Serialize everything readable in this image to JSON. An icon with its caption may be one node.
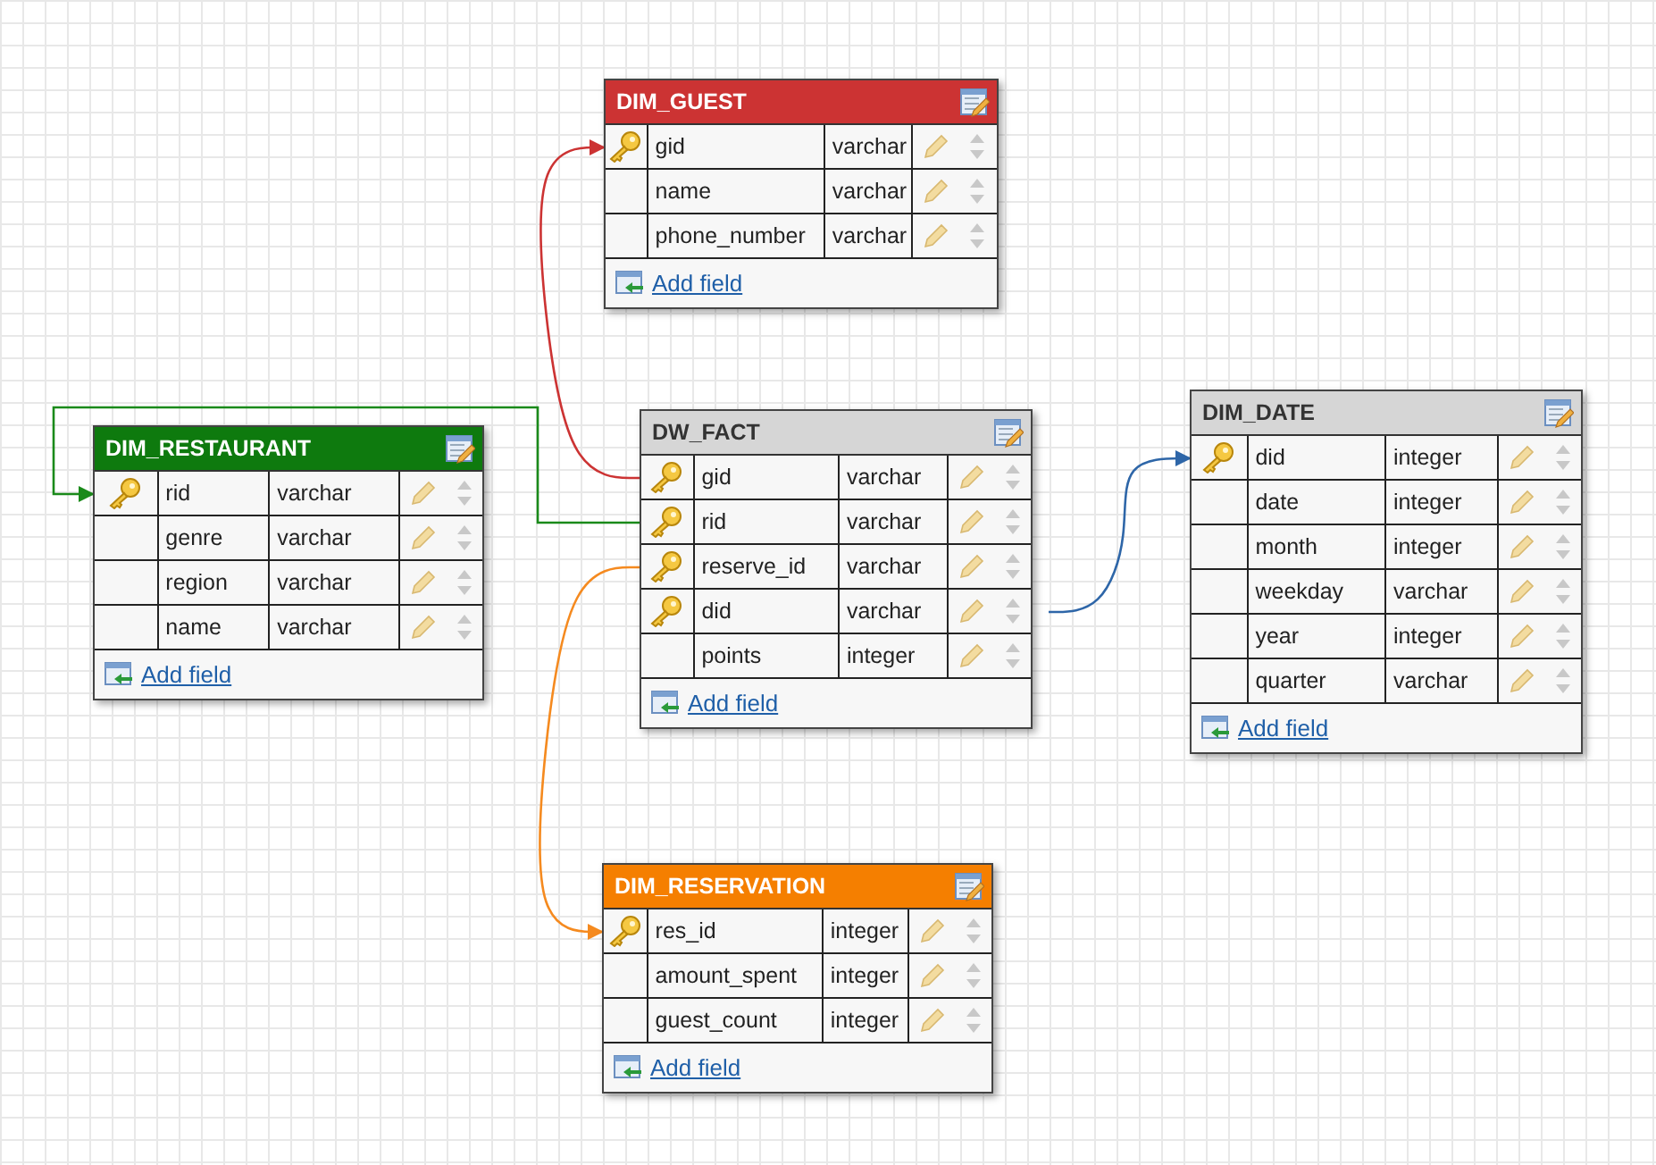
{
  "diagram": {
    "nodes": [
      {
        "text": [
          "DIM_GUEST",
          "Add field"
        ]
      },
      {
        "text": [
          "gid",
          "varchar"
        ],
        "in": 0
      },
      {
        "text": [
          "name",
          "varchar"
        ],
        "in": 0
      },
      {
        "text": [
          "phone_number",
          "varchar"
        ],
        "in": 0
      },
      {
        "text": [
          "DIM_RESTAURANT",
          "Add field"
        ]
      },
      {
        "text": [
          "rid",
          "varchar"
        ],
        "in": 4
      },
      {
        "text": [
          "genre",
          "varchar"
        ],
        "in": 4
      },
      {
        "text": [
          "region",
          "varchar"
        ],
        "in": 4
      },
      {
        "text": [
          "name",
          "varchar"
        ],
        "in": 4
      },
      {
        "text": [
          "DW_FACT",
          "Add field"
        ]
      },
      {
        "text": [
          "gid",
          "varchar"
        ],
        "in": 9
      },
      {
        "text": [
          "rid",
          "varchar"
        ],
        "in": 9
      },
      {
        "text": [
          "reserve_id",
          "varchar"
        ],
        "in": 9
      },
      {
        "text": [
          "did",
          "varchar"
        ],
        "in": 9
      },
      {
        "text": [
          "points",
          "integer"
        ],
        "in": 9
      },
      {
        "text": [
          "DIM_DATE",
          "Add field"
        ]
      },
      {
        "text": [
          "did",
          "integer"
        ],
        "in": 15
      },
      {
        "text": [
          "date",
          "integer"
        ],
        "in": 15
      },
      {
        "text": [
          "month",
          "integer"
        ],
        "in": 15
      },
      {
        "text": [
          "weekday",
          "varchar"
        ],
        "in": 15
      },
      {
        "text": [
          "year",
          "integer"
        ],
        "in": 15
      },
      {
        "text": [
          "quarter",
          "varchar"
        ],
        "in": 15
      },
      {
        "text": [
          "DIM_RESERVATION",
          "Add field"
        ]
      },
      {
        "text": [
          "res_id",
          "integer"
        ],
        "in": 22
      },
      {
        "text": [
          "amount_spent",
          "integer"
        ],
        "in": 22
      },
      {
        "text": [
          "guest_count",
          "integer"
        ],
        "in": 22
      }
    ],
    "edges": [
      {
        "from": 10,
        "to": 1,
        "arrow": "to",
        "color": "#cc3333"
      },
      {
        "from": 11,
        "to": 5,
        "arrow": "to",
        "color": "#1a8a1a"
      },
      {
        "from": 12,
        "to": 23,
        "arrow": "to",
        "color": "#f58a1f"
      },
      {
        "from": 13,
        "to": 16,
        "arrow": "to",
        "color": "#2e66a8"
      }
    ]
  }
}
